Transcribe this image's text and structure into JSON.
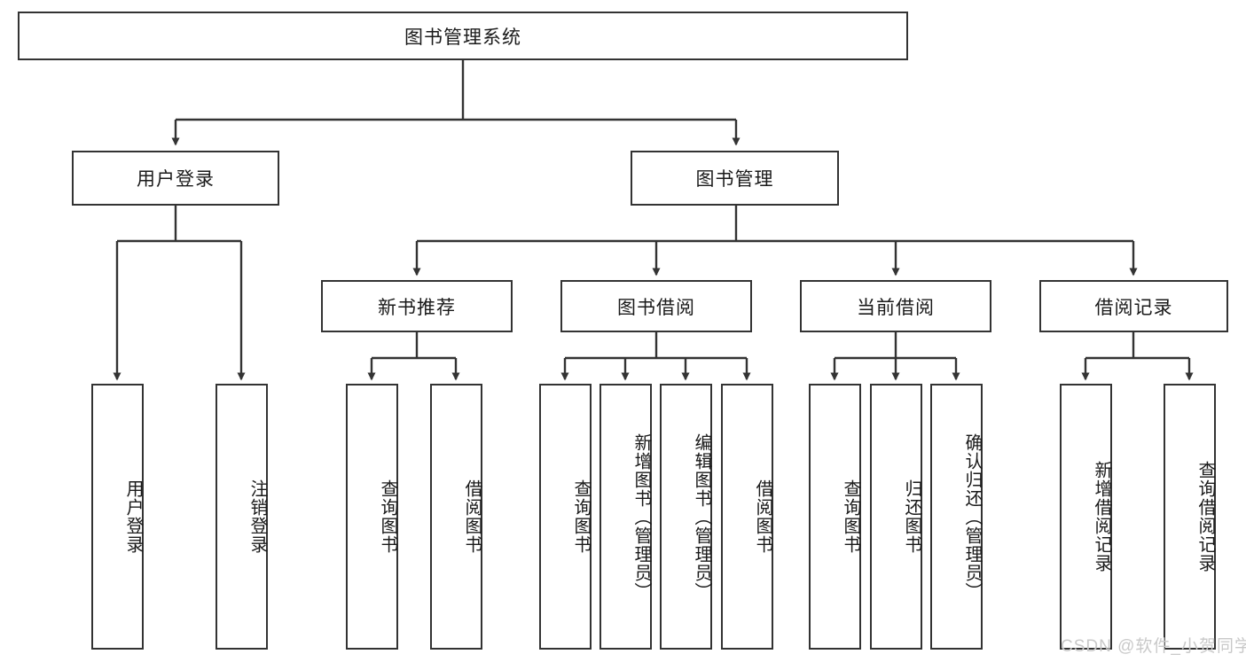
{
  "diagram": {
    "title": "图书管理系统",
    "type": "tree-hierarchy-chart",
    "root": {
      "label": "图书管理系统"
    },
    "level2": [
      {
        "label": "用户登录"
      },
      {
        "label": "图书管理"
      }
    ],
    "level3": [
      {
        "label": "新书推荐"
      },
      {
        "label": "图书借阅"
      },
      {
        "label": "当前借阅"
      },
      {
        "label": "借阅记录"
      }
    ],
    "leaves": {
      "user_login": [
        {
          "label": "用户登录"
        },
        {
          "label": "注销登录"
        }
      ],
      "new_book_recommend": [
        {
          "label": "查询图书"
        },
        {
          "label": "借阅图书"
        }
      ],
      "book_borrow": [
        {
          "label": "查询图书"
        },
        {
          "label": "新增图书（管理员）"
        },
        {
          "label": "编辑图书（管理员）"
        },
        {
          "label": "借阅图书"
        }
      ],
      "current_borrow": [
        {
          "label": "查询图书"
        },
        {
          "label": "归还图书"
        },
        {
          "label": "确认归还（管理员）"
        }
      ],
      "borrow_record": [
        {
          "label": "新增借阅记录"
        },
        {
          "label": "查询借阅记录"
        }
      ]
    }
  },
  "watermark": {
    "text": "CSDN @软件_小贺同学"
  },
  "colors": {
    "stroke": "#333333",
    "text": "#1a1a1a",
    "background": "#ffffff",
    "watermark": "#c9c9c9"
  }
}
